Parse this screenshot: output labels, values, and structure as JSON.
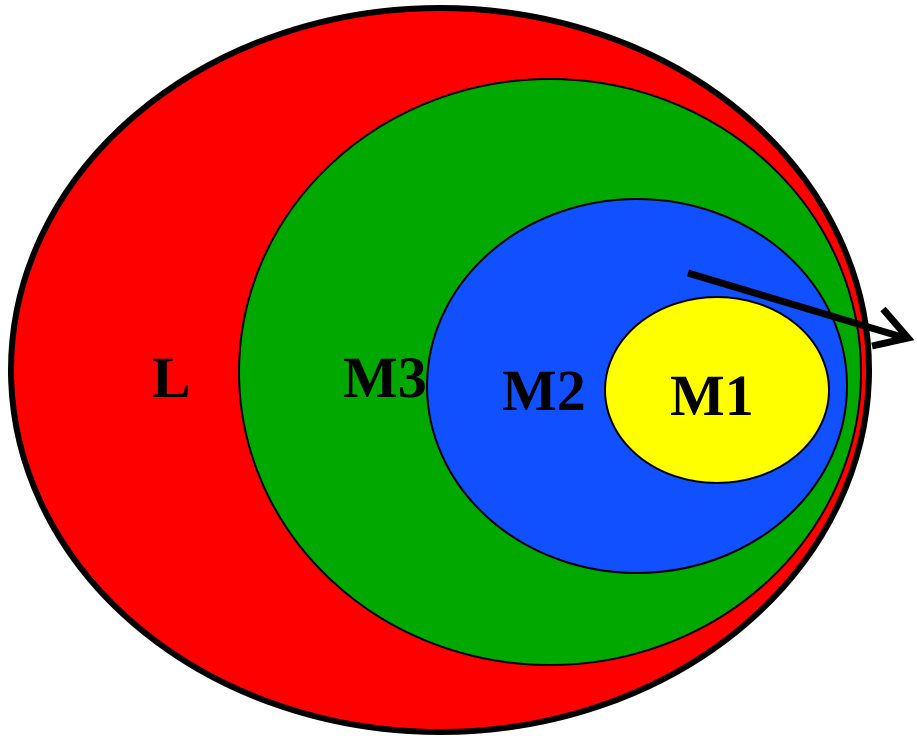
{
  "regions": [
    {
      "id": "L",
      "label": "L",
      "color": "#FF0000"
    },
    {
      "id": "M3",
      "label": "M3",
      "color": "#00A800"
    },
    {
      "id": "M2",
      "label": "M2",
      "color": "#1050FF"
    },
    {
      "id": "M1",
      "label": "M1",
      "color": "#FFFF00"
    }
  ],
  "arrow": {
    "color": "#000000"
  },
  "outline_color": "#000000"
}
